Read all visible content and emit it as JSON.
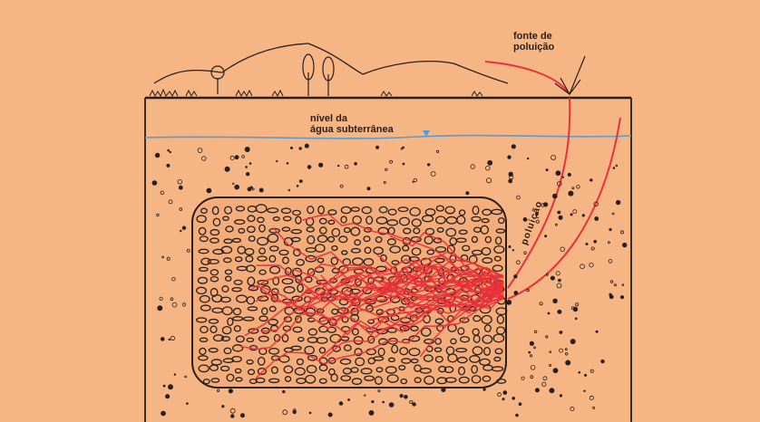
{
  "labels": {
    "pollution_source": [
      "fonte de",
      "poluição"
    ],
    "groundwater_level": [
      "nível da",
      "água subterrânea"
    ],
    "pollution": "poluição"
  },
  "colors": {
    "background": "#f6b585",
    "ink": "#2a1e18",
    "pollution_red": "#e8323a",
    "water_blue": "#5b9bd0"
  }
}
